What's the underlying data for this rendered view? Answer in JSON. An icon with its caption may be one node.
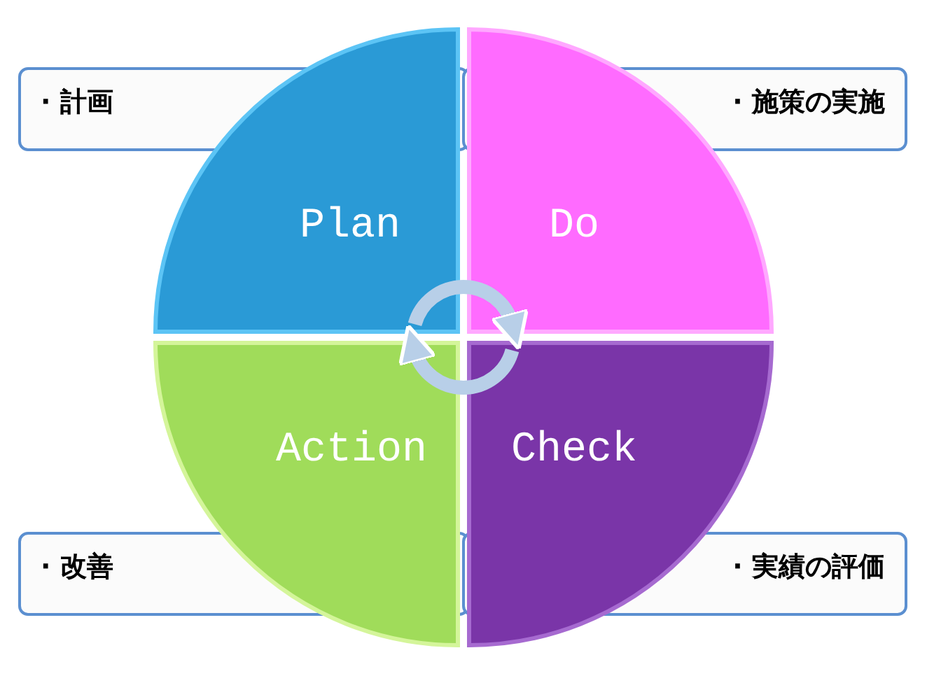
{
  "diagram": {
    "nodes": [
      {
        "text": [
          "· 計画"
        ]
      },
      {
        "text": [
          "· 施策の実施"
        ]
      },
      {
        "text": [
          "Plan"
        ]
      },
      {
        "text": [
          "Do"
        ]
      },
      {
        "text": [
          "Action"
        ]
      },
      {
        "text": [
          "Check"
        ]
      },
      {
        "text": [
          "· 改善"
        ]
      },
      {
        "text": [
          "· 実績の評価"
        ]
      }
    ],
    "edges": [
      {
        "from": 2,
        "to": 3,
        "arrow": "to"
      },
      {
        "from": 5,
        "to": 4,
        "arrow": "to"
      }
    ]
  }
}
